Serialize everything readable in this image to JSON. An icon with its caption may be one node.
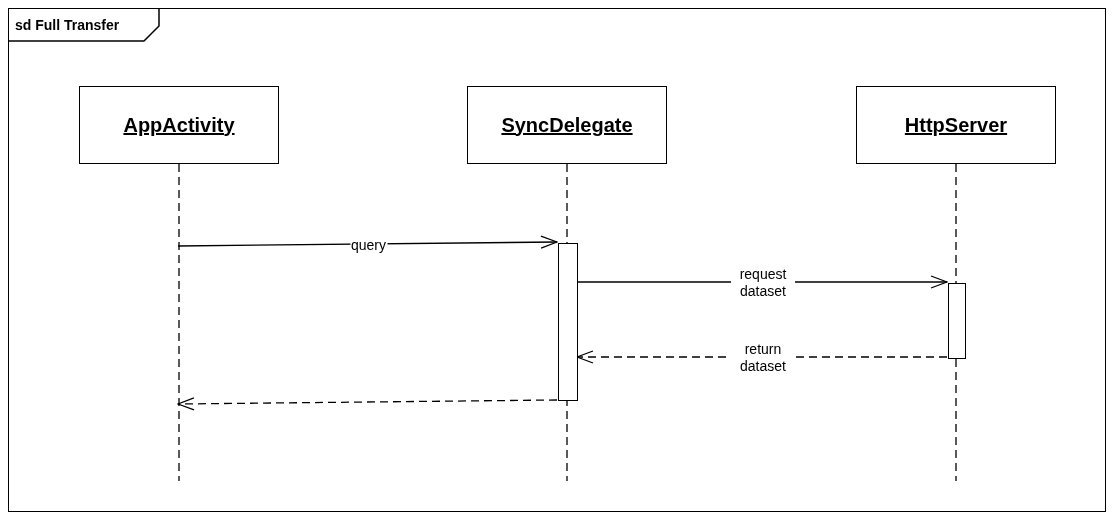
{
  "diagram": {
    "nodes": [
      {
        "text": [
          "sd Full Transfer"
        ]
      },
      {
        "text": [
          "AppActivity"
        ],
        "in": 0
      },
      {
        "text": [
          "SyncDelegate"
        ],
        "in": 0
      },
      {
        "text": [
          "HttpServer"
        ],
        "in": 0
      },
      {
        "text": [],
        "shape": "bar",
        "in": 2
      },
      {
        "text": [],
        "shape": "bar",
        "in": 3
      }
    ],
    "edges": [
      {
        "from": 1,
        "to": 4,
        "arrow": "to",
        "label": "query"
      },
      {
        "from": 4,
        "to": 5,
        "arrow": "to",
        "label": "request dataset"
      },
      {
        "from": 5,
        "to": 4,
        "arrow": "to",
        "label": "return dataset",
        "style": "dashed"
      },
      {
        "from": 4,
        "to": 1,
        "arrow": "to",
        "style": "dashed"
      }
    ]
  }
}
